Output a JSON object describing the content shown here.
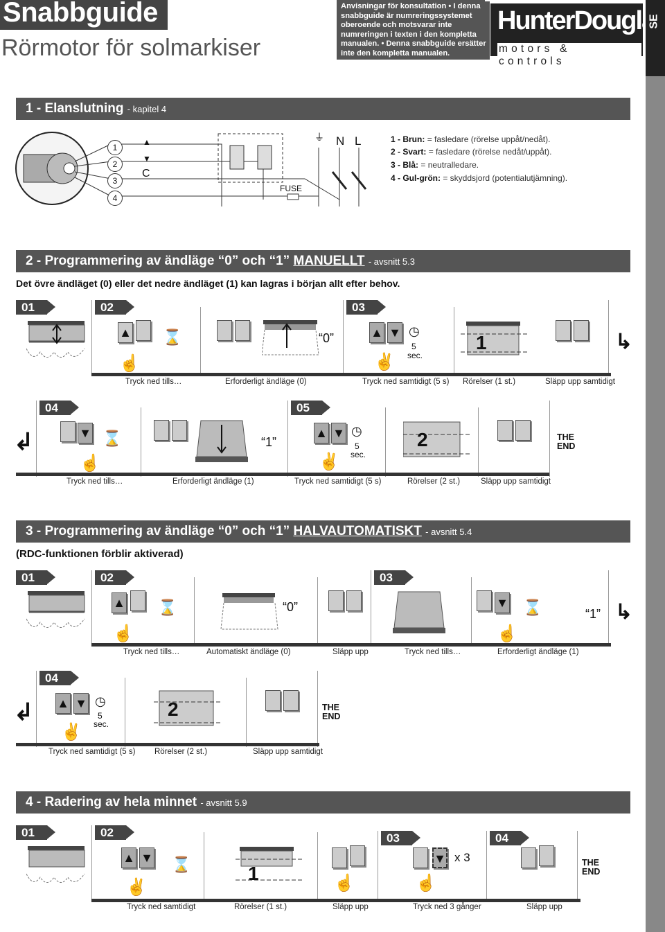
{
  "header": {
    "title": "Snabbguide",
    "subtitle": "Rörmotor för solmarkiser",
    "intro": "Anvisningar för konsultation • I denna snabbguide är numreringssystemet oberoende och motsvarar inte numreringen i texten i den kompletta manualen. • Denna snabbguide ersätter inte den kompletta manualen.",
    "brand": "HunterDouglas",
    "brand_tagline": "motors & controls",
    "lang": "SE"
  },
  "section1": {
    "title": "1 - Elanslutning",
    "ref": "- kapitel 4",
    "nums": [
      "1",
      "2",
      "3",
      "4"
    ],
    "c_label": "C",
    "fuse": "FUSE",
    "n_label": "N",
    "l_label": "L",
    "wires": [
      {
        "name": "1 - Brun:",
        "desc": "= fasledare (rörelse uppåt/nedåt)."
      },
      {
        "name": "2 - Svart:",
        "desc": "= fasledare (rörelse nedåt/uppåt)."
      },
      {
        "name": "3 - Blå:",
        "desc": "= neutralledare."
      },
      {
        "name": "4 - Gul-grön:",
        "desc": "= skyddsjord (potentialutjämning)."
      }
    ]
  },
  "section2": {
    "title_a": "2 - Programmering av ändläge “0” och “1”",
    "title_u": "MANUELLT",
    "ref": "- avsnitt 5.3",
    "note": "Det övre ändläget (0) eller det nedre ändläget (1) kan lagras i början allt efter behov.",
    "steps": [
      "01",
      "02",
      "03",
      "04",
      "05"
    ],
    "label0": "“0”",
    "label1": "“1”",
    "sec5": "5",
    "sec": "sec.",
    "mov1": "1",
    "mov2": "2",
    "the": "THE",
    "end": "END",
    "row1_caps": [
      "Tryck ned tills…",
      "Erforderligt ändläge (0)",
      "Tryck ned samtidigt (5 s)",
      "Rörelser (1 st.)",
      "Släpp upp samtidigt"
    ],
    "row2_caps": [
      "Tryck ned tills…",
      "Erforderligt ändläge (1)",
      "Tryck ned samtidigt (5 s)",
      "Rörelser (2 st.)",
      "Släpp upp samtidigt"
    ]
  },
  "section3": {
    "title_a": "3 - Programmering av ändläge “0” och “1”",
    "title_u": "HALVAUTOMATISKT",
    "ref": "- avsnitt 5.4",
    "note": "(RDC-funktionen förblir aktiverad)",
    "steps": [
      "01",
      "02",
      "03",
      "04"
    ],
    "row1_caps": [
      "Tryck ned tills…",
      "Automatiskt ändläge (0)",
      "Släpp upp",
      "Tryck ned tills…",
      "Erforderligt ändläge (1)"
    ],
    "row2_caps": [
      "Tryck ned samtidigt (5 s)",
      "Rörelser (2 st.)",
      "Släpp upp samtidigt"
    ]
  },
  "section4": {
    "title": "4 - Radering av hela minnet",
    "ref": "- avsnitt 5.9",
    "steps": [
      "01",
      "02",
      "03",
      "04"
    ],
    "times": "x 3",
    "caps": [
      "Tryck ned samtidigt",
      "Rörelser (1 st.)",
      "Släpp upp",
      "Tryck ned 3 gånger",
      "Släpp upp"
    ]
  },
  "icons": {
    "up": "▲",
    "down": "▼",
    "return": "↲",
    "hourglass": "⌛"
  }
}
